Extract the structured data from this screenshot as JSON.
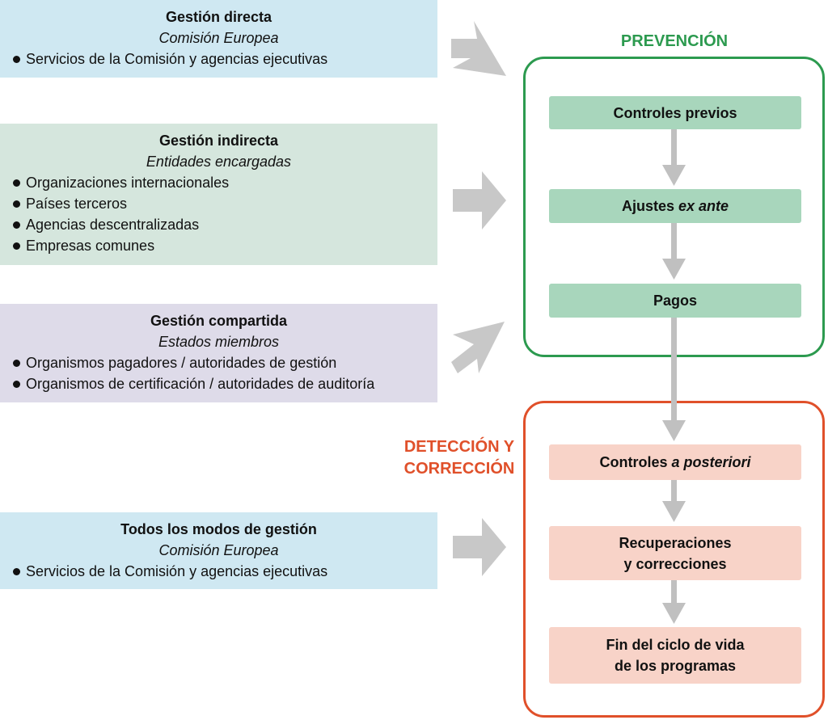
{
  "management_modes": [
    {
      "title": "Gestión directa",
      "subtitle": "Comisión Europea",
      "items": [
        "Servicios de la Comisión y agencias ejecutivas"
      ]
    },
    {
      "title": "Gestión indirecta",
      "subtitle": "Entidades encargadas",
      "items": [
        "Organizaciones internacionales",
        "Países terceros",
        "Agencias descentralizadas",
        "Empresas comunes"
      ]
    },
    {
      "title": "Gestión compartida",
      "subtitle": "Estados miembros",
      "items": [
        "Organismos pagadores / autoridades de gestión",
        "Organismos de certificación / autoridades de auditoría"
      ]
    },
    {
      "title": "Todos los modos de gestión",
      "subtitle": "Comisión Europea",
      "items": [
        "Servicios de la Comisión y agencias ejecutivas"
      ]
    }
  ],
  "prevention": {
    "label": "PREVENCIÓN",
    "color": "#2c9a4f",
    "steps": [
      {
        "text": "Controles previos"
      },
      {
        "text": "Ajustes ",
        "italic": "ex ante"
      },
      {
        "text": "Pagos"
      }
    ]
  },
  "detection": {
    "label_line1": "DETECCIÓN Y",
    "label_line2": "CORRECCIÓN",
    "color": "#e0502a",
    "steps": [
      {
        "text": "Controles ",
        "italic": "a posteriori"
      },
      {
        "line1": "Recuperaciones",
        "line2": "y correcciones"
      },
      {
        "line1": "Fin del ciclo de vida",
        "line2": "de los programas"
      }
    ]
  },
  "colors": {
    "direct_bg": "#cfe8f2",
    "indirect_bg": "#d5e6dd",
    "shared_bg": "#dedbe9",
    "prevention_step_bg": "#a8d6bc",
    "detection_step_bg": "#f8d3c8",
    "arrow_gray": "#c8c8c8"
  }
}
